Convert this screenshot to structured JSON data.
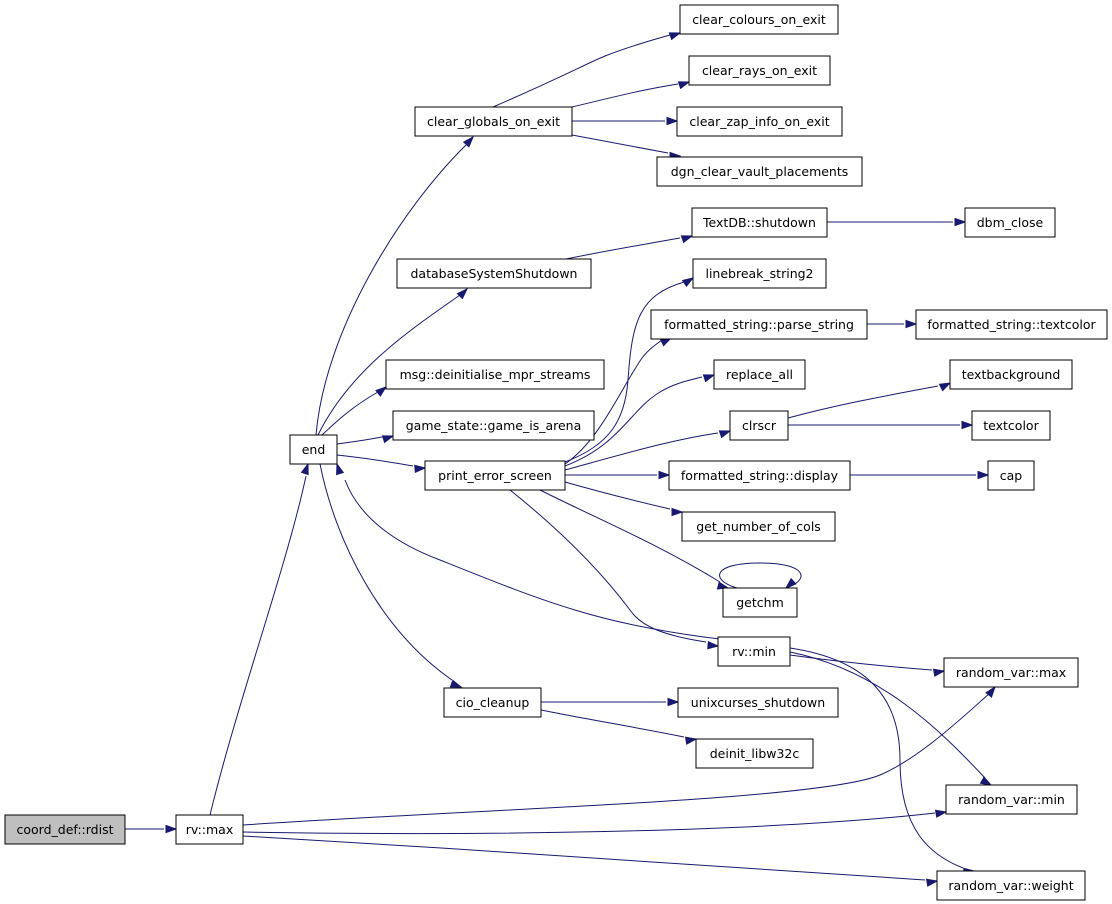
{
  "nodes": {
    "rdist": "coord_def::rdist",
    "rvmax": "rv::max",
    "end": "end",
    "clear_globals": "clear_globals_on_exit",
    "clear_colours": "clear_colours_on_exit",
    "clear_rays": "clear_rays_on_exit",
    "clear_zap": "clear_zap_info_on_exit",
    "dgn_clear": "dgn_clear_vault_placements",
    "textdb_shutdown": "TextDB::shutdown",
    "dbm_close": "dbm_close",
    "db_shutdown": "databaseSystemShutdown",
    "linebreak": "linebreak_string2",
    "parse_string": "formatted_string::parse_string",
    "fs_textcolor": "formatted_string::textcolor",
    "msg_deinit": "msg::deinitialise_mpr_streams",
    "replace_all": "replace_all",
    "textbackground": "textbackground",
    "game_is_arena": "game_state::game_is_arena",
    "clrscr": "clrscr",
    "textcolor": "textcolor",
    "print_error": "print_error_screen",
    "fs_display": "formatted_string::display",
    "cap": "cap",
    "get_number_of_cols": "get_number_of_cols",
    "getchm": "getchm",
    "rvmin": "rv::min",
    "random_max": "random_var::max",
    "cio_cleanup": "cio_cleanup",
    "unixcurses": "unixcurses_shutdown",
    "deinit_libw32c": "deinit_libw32c",
    "random_min": "random_var::min",
    "random_weight": "random_var::weight"
  },
  "colors": {
    "edge": "#191970",
    "root_fill": "#bfbfbf",
    "node_fill": "#ffffff",
    "node_border": "#000000"
  }
}
